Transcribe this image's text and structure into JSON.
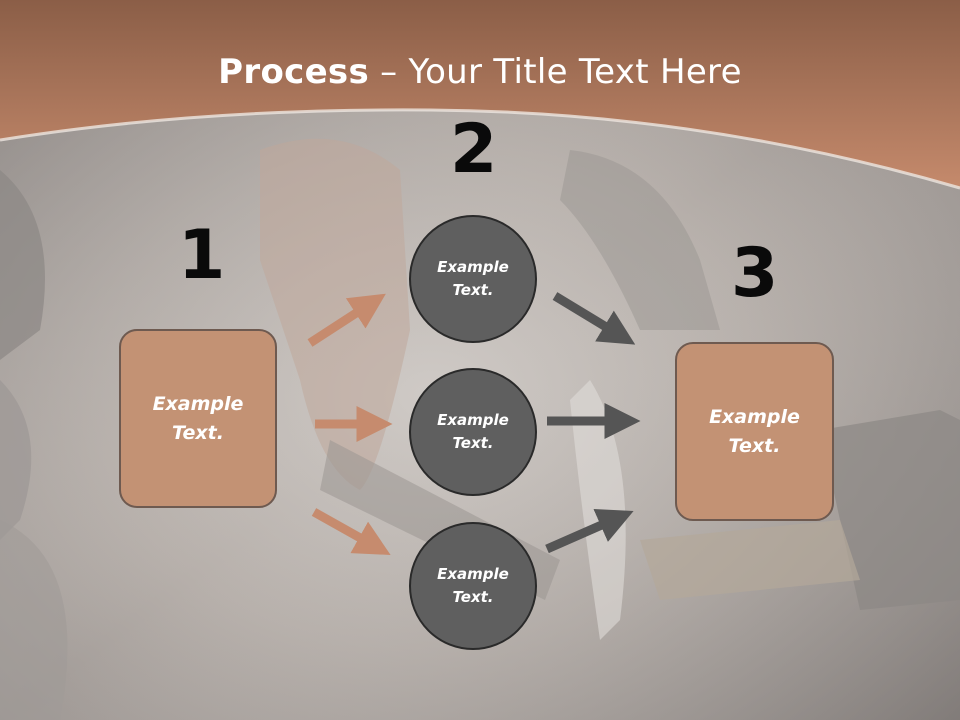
{
  "title": {
    "bold": "Process",
    "dash": " – ",
    "rest": "Your Title Text Here"
  },
  "steps": [
    {
      "number": "1",
      "text_line1": "Example",
      "text_line2": "Text."
    },
    {
      "number": "2"
    },
    {
      "number": "3",
      "text_line1": "Example",
      "text_line2": "Text."
    }
  ],
  "circles": [
    {
      "text_line1": "Example",
      "text_line2": "Text."
    },
    {
      "text_line1": "Example",
      "text_line2": "Text."
    },
    {
      "text_line1": "Example",
      "text_line2": "Text."
    }
  ],
  "colors": {
    "header": "#b8846a",
    "box_fill": "#c39274",
    "circle_fill": "#5f5f5f",
    "arrow_left": "#c68b6e",
    "arrow_right": "#555555"
  }
}
